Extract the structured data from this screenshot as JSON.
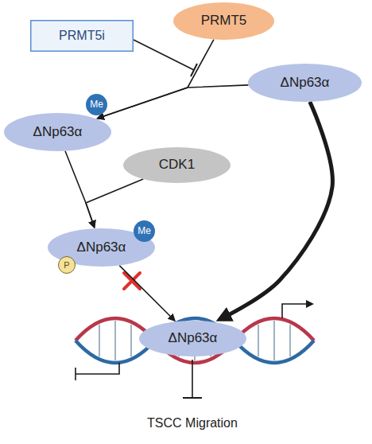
{
  "diagram": {
    "nodes": [
      {
        "text": [
          "PRMT5i"
        ]
      },
      {
        "text": [
          "PRMT5"
        ]
      },
      {
        "text": [
          "ΔNp63α"
        ]
      },
      {
        "text": [
          "ΔNp63α"
        ]
      },
      {
        "text": [
          "Me"
        ],
        "in": 3
      },
      {
        "text": [
          "CDK1"
        ]
      },
      {
        "text": [
          "ΔNp63α"
        ]
      },
      {
        "text": [
          "Me"
        ],
        "in": 6
      },
      {
        "text": [
          "P"
        ],
        "in": 6
      },
      {
        "text": [
          "ΔNp63α"
        ]
      }
    ],
    "edges": [
      {
        "from": 1,
        "to": 3,
        "arrow": "to"
      },
      {
        "from": 2,
        "to": 3,
        "arrow": "to"
      },
      {
        "from": 3,
        "to": 6,
        "arrow": "to"
      },
      {
        "from": 5,
        "to": 6,
        "arrow": "to"
      },
      {
        "from": 6,
        "to": 9,
        "arrow": "to"
      },
      {
        "from": 2,
        "to": 9,
        "arrow": "to"
      }
    ],
    "labels": [
      "TSCC Migration"
    ]
  }
}
